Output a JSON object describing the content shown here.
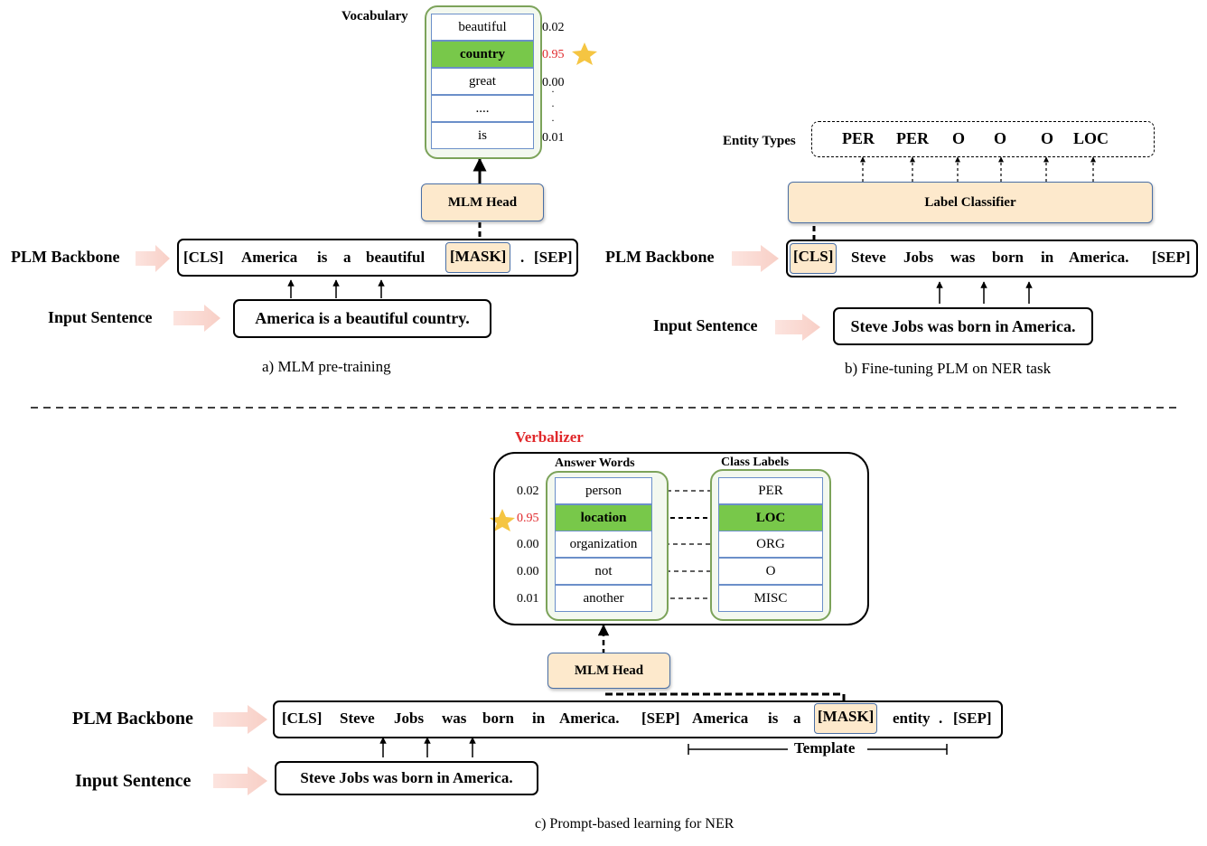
{
  "colors": {
    "highlight_green": "#78c84a",
    "highlight_orange": "#fde9cc",
    "accent_red": "#e0282b",
    "star": "#f5c542"
  },
  "panel_a": {
    "vocabulary_label": "Vocabulary",
    "vocab": [
      {
        "word": "beautiful",
        "prob": "0.02"
      },
      {
        "word": "country",
        "prob": "0.95"
      },
      {
        "word": "great",
        "prob": "0.00"
      },
      {
        "word": "....",
        "prob": ""
      },
      {
        "word": "is",
        "prob": "0.01"
      }
    ],
    "mlm_head": "MLM Head",
    "plm_backbone_label": "PLM Backbone",
    "tokens": [
      "[CLS]",
      "America",
      "is",
      "a",
      "beautiful",
      "[MASK]",
      ".",
      "[SEP]"
    ],
    "input_label": "Input Sentence",
    "input_sentence": "America is a beautiful country.",
    "caption": "a) MLM pre-training"
  },
  "panel_b": {
    "entity_types_label": "Entity Types",
    "entity_types": [
      "PER",
      "PER",
      "O",
      "O",
      "O",
      "LOC"
    ],
    "label_classifier": "Label Classifier",
    "plm_backbone_label": "PLM Backbone",
    "tokens": [
      "[CLS]",
      "Steve",
      "Jobs",
      "was",
      "born",
      "in",
      "America.",
      "[SEP]"
    ],
    "input_label": "Input Sentence",
    "input_sentence": "Steve Jobs was born in America.",
    "caption": "b) Fine-tuning PLM on NER task"
  },
  "panel_c": {
    "verbalizer_label": "Verbalizer",
    "answer_words_label": "Answer Words",
    "class_labels_label": "Class Labels",
    "rows": [
      {
        "prob": "0.02",
        "word": "person",
        "label": "PER"
      },
      {
        "prob": "0.95",
        "word": "location",
        "label": "LOC"
      },
      {
        "prob": "0.00",
        "word": "organization",
        "label": "ORG"
      },
      {
        "prob": "0.00",
        "word": "not",
        "label": "O"
      },
      {
        "prob": "0.01",
        "word": "another",
        "label": "MISC"
      }
    ],
    "mlm_head": "MLM Head",
    "plm_backbone_label": "PLM Backbone",
    "tokens": [
      "[CLS]",
      "Steve",
      "Jobs",
      "was",
      "born",
      "in",
      "America.",
      "[SEP]",
      "America",
      "is",
      "a",
      "[MASK]",
      "entity",
      ".",
      "[SEP]"
    ],
    "template_label": "Template",
    "input_label": "Input Sentence",
    "input_sentence": "Steve Jobs was born in America.",
    "caption": "c) Prompt-based learning for NER"
  }
}
